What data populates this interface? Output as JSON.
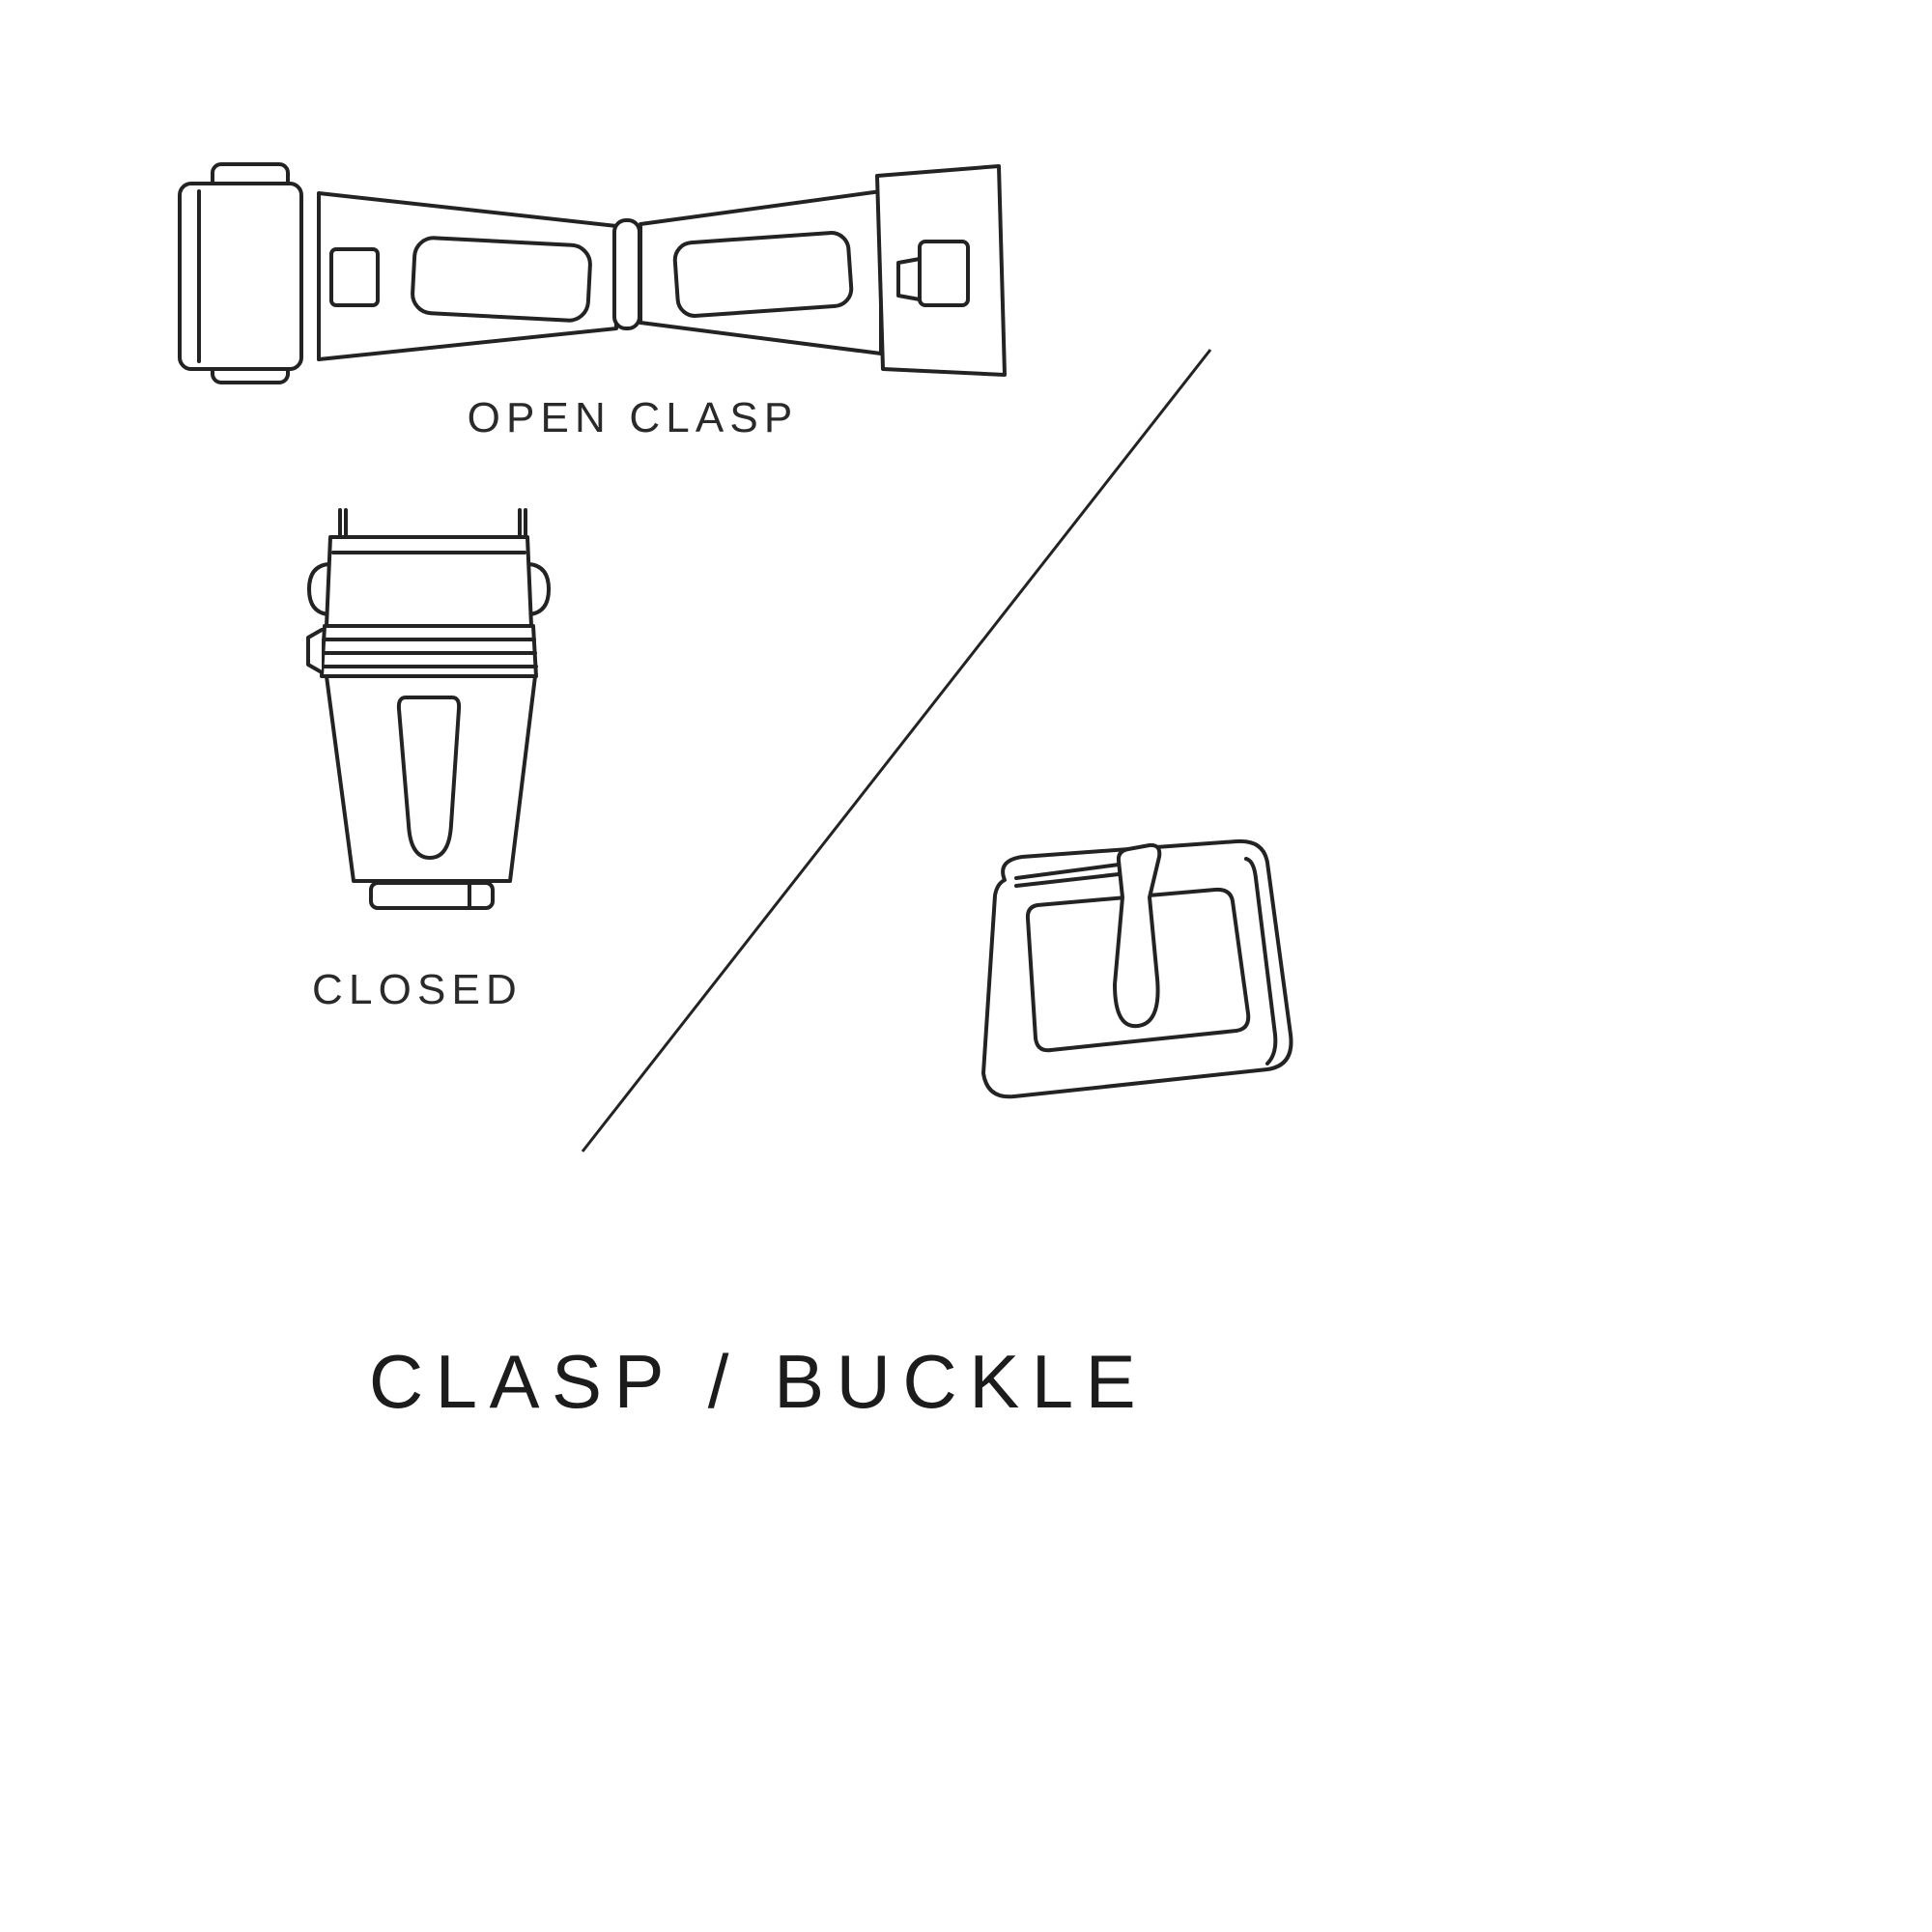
{
  "page": {
    "background": "#ffffff",
    "line_color": "#232323"
  },
  "figures": {
    "open_clasp": {
      "label": "OPEN CLASP"
    },
    "closed_clasp": {
      "label": "CLOSED"
    },
    "buckle": {
      "name": "tang-buckle"
    }
  },
  "title": "CLASP / BUCKLE"
}
